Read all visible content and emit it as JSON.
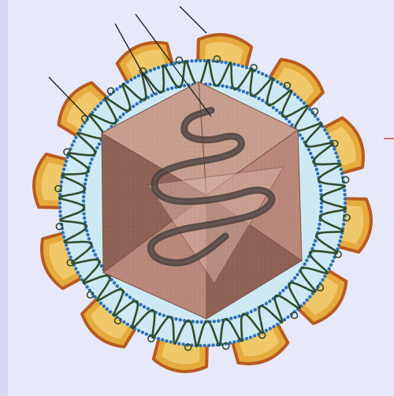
{
  "figure": {
    "subject": "virus-particle-cross-section",
    "colors": {
      "background": "#e8e8fb",
      "envelope_fill": "#cde9f3",
      "lipid_dots": "#2f6fb3",
      "transmembrane_protein": "#2f4d2a",
      "peplomer_fill": "#e6ab3e",
      "peplomer_edge": "#b85b1e",
      "peplomer_highlight": "#f4d278",
      "capsid_light": "#c89f8f",
      "capsid_mid": "#b9887a",
      "capsid_dark": "#8f6258",
      "nucleic_acid": "#4b3f3f",
      "pointer_line": "#222222"
    },
    "parts": [
      {
        "id": "envelope",
        "icon": "lipid-bilayer"
      },
      {
        "id": "spikes",
        "icon": "glycoprotein-spike"
      },
      {
        "id": "capsid",
        "icon": "icosahedron"
      },
      {
        "id": "genome",
        "icon": "coiled-strand"
      }
    ]
  }
}
